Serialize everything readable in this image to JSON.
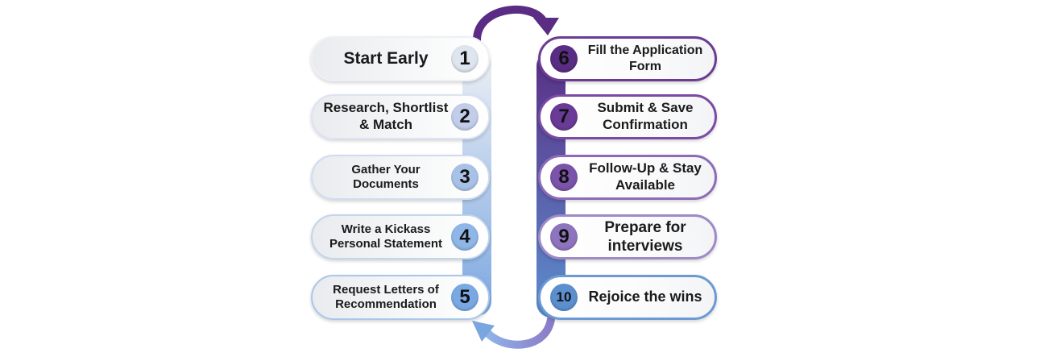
{
  "steps": [
    {
      "number": "1",
      "label": "Start Early",
      "color": "#dfe5ee",
      "border": "#eef0f4"
    },
    {
      "number": "2",
      "label": "Research, Shortlist & Match",
      "color": "#c2cde9",
      "border": "#dce3f3"
    },
    {
      "number": "3",
      "label": "Gather Your Documents",
      "color": "#a8c2e7",
      "border": "#cfdcf0"
    },
    {
      "number": "4",
      "label": "Write a Kickass Personal Statement",
      "color": "#8fb6e6",
      "border": "#c0d5ee"
    },
    {
      "number": "5",
      "label": "Request Letters of Recommendation",
      "color": "#79a8e3",
      "border": "#a9c6ec"
    },
    {
      "number": "6",
      "label": "Fill the Application Form",
      "color": "#5a2d84",
      "border": "#6a3c93"
    },
    {
      "number": "7",
      "label": "Submit & Save Confirmation",
      "color": "#6a3a97",
      "border": "#7b4aa5"
    },
    {
      "number": "8",
      "label": "Follow-Up & Stay Available",
      "color": "#7b53ab",
      "border": "#8d6bb8"
    },
    {
      "number": "9",
      "label": "Prepare for interviews",
      "color": "#8e74be",
      "border": "#9f8ac8"
    },
    {
      "number": "10",
      "label": "Rejoice the wins",
      "color": "#5b8fce",
      "border": "#6b9ad4"
    }
  ]
}
